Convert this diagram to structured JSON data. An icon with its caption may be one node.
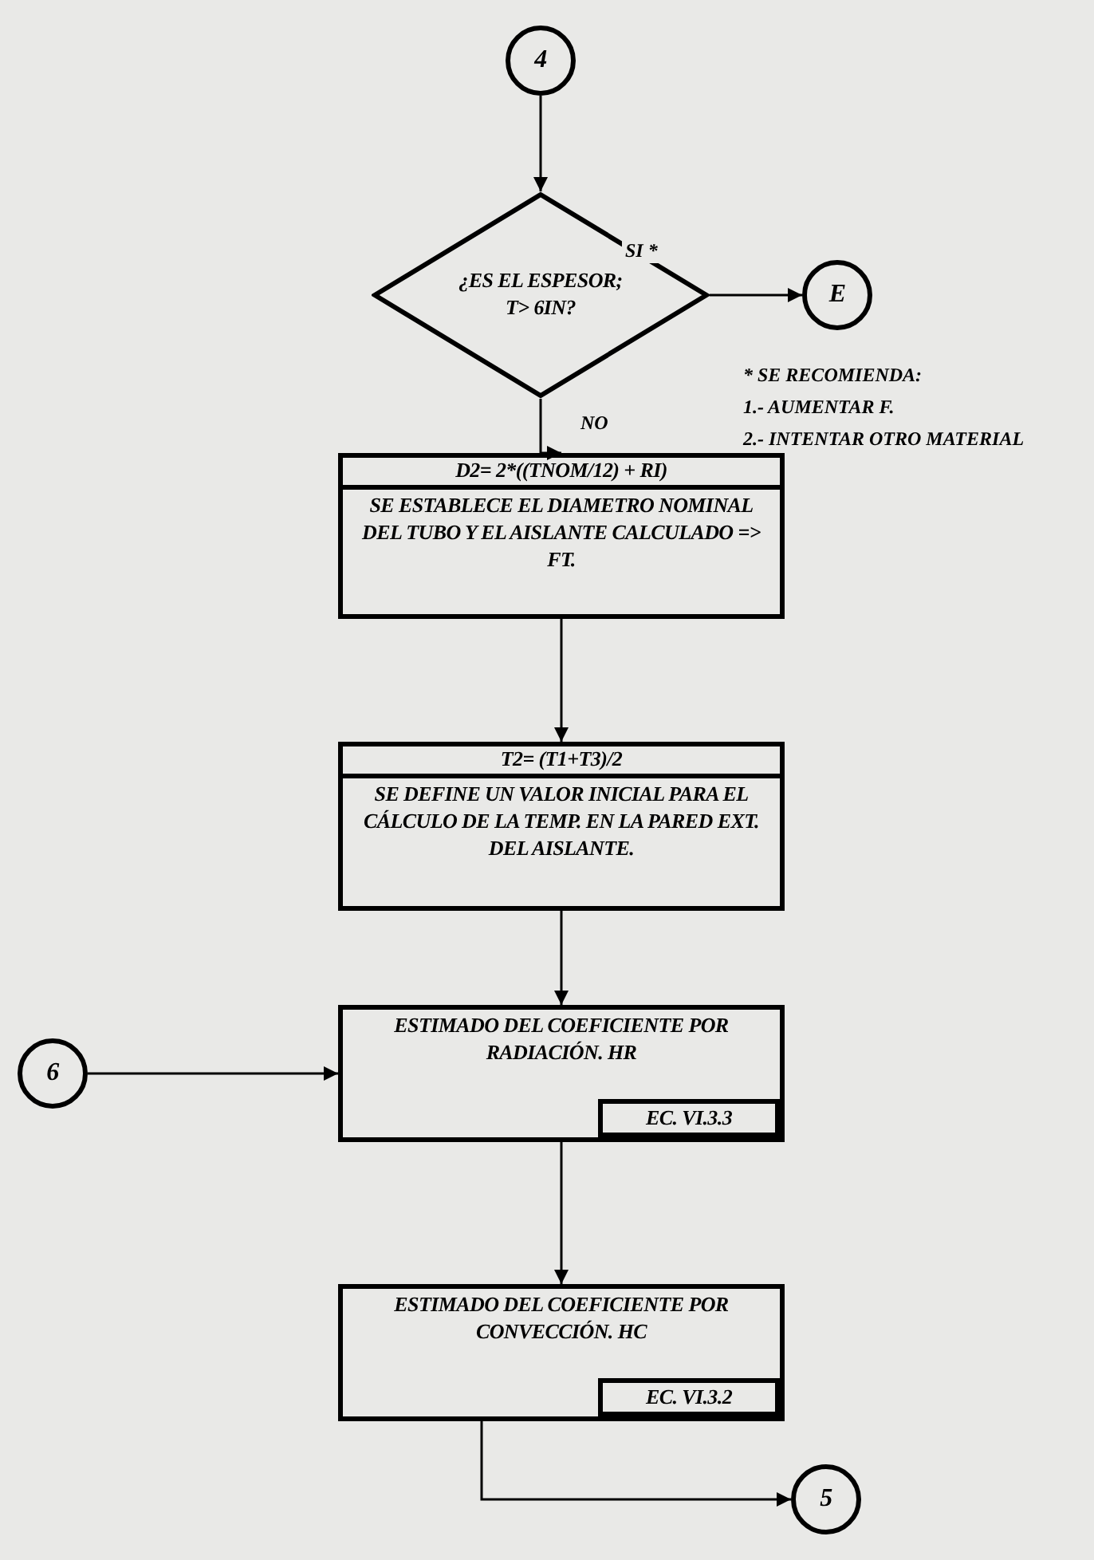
{
  "diagram": {
    "nodes": [
      {
        "text": [
          "4"
        ]
      },
      {
        "text": [
          "¿ES EL ESPESOR; T> 6IN?"
        ]
      },
      {
        "text": [
          "E"
        ]
      },
      {
        "text": [
          "D2= 2*((TNOM/12) + RI)",
          "SE ESTABLECE EL DIAMETRO NOMINAL DEL TUBO Y EL AISLANTE CALCULADO => FT."
        ]
      },
      {
        "text": [
          "T2= (T1+T3)/2",
          "SE DEFINE UN VALOR INICIAL PARA EL CÁLCULO DE LA TEMP. EN LA PARED EXT. DEL AISLANTE."
        ]
      },
      {
        "text": [
          "6"
        ]
      },
      {
        "text": [
          "ESTIMADO DEL COEFICIENTE POR RADIACIÓN. HR"
        ]
      },
      {
        "text": [
          "EC. VI.3.3"
        ],
        "in": 6
      },
      {
        "text": [
          "ESTIMADO DEL COEFICIENTE POR CONVECCIÓN. HC"
        ]
      },
      {
        "text": [
          "EC. VI.3.2"
        ],
        "in": 8
      },
      {
        "text": [
          "5"
        ]
      }
    ],
    "edges": [
      {
        "from": 0,
        "to": 1,
        "arrow": "to"
      },
      {
        "from": 1,
        "to": 2,
        "arrow": "to",
        "label": "SI *"
      },
      {
        "from": 1,
        "to": 3,
        "arrow": "to",
        "label": "NO"
      },
      {
        "from": 3,
        "to": 4,
        "arrow": "to"
      },
      {
        "from": 4,
        "to": 6,
        "arrow": "to"
      },
      {
        "from": 5,
        "to": 6,
        "arrow": "to"
      },
      {
        "from": 6,
        "to": 8,
        "arrow": "to"
      },
      {
        "from": 8,
        "to": 10,
        "arrow": "to"
      }
    ],
    "labels": [
      "* SE RECOMIENDA:",
      "1.- AUMENTAR F.",
      "2.- INTENTAR OTRO MATERIAL"
    ]
  }
}
